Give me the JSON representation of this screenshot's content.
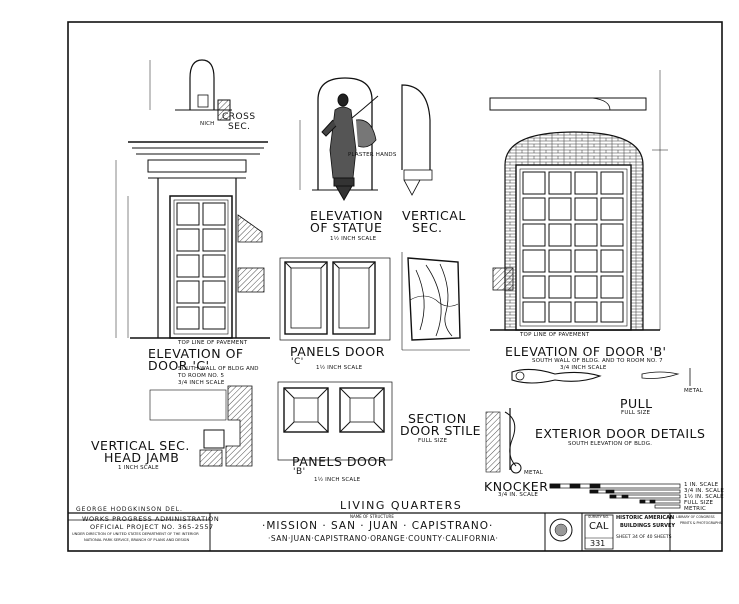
{
  "drawings": {
    "door_c": {
      "title_line1": "ELEVATION OF",
      "title_line2": "DOOR 'C'",
      "note_line1": "SOUTH WALL OF BLDG AND",
      "note_line2": "TO ROOM NO. 5",
      "scale": "3/4 INCH SCALE",
      "pavement": "TOP LINE OF PAVEMENT",
      "cross_sec_line1": "CROSS",
      "cross_sec_line2": "SEC.",
      "nich": "NICH"
    },
    "statue": {
      "title_line1": "ELEVATION",
      "title_line2": "OF STATUE",
      "scale": "1½ INCH SCALE",
      "plaster_mark": "PLASTER HANDS"
    },
    "vertical_sec": {
      "title_line1": "VERTICAL",
      "title_line2": "SEC."
    },
    "panels_c": {
      "title_line1": "PANELS DOOR",
      "title_line2": "'C'",
      "scale": "1½ INCH SCALE"
    },
    "panels_b": {
      "title_line1": "PANELS DOOR",
      "title_line2": "'B'",
      "scale": "1½ INCH SCALE"
    },
    "head_jamb": {
      "title_line1": "VERTICAL SEC.",
      "title_line2": "HEAD JAMB",
      "scale": "1 INCH SCALE"
    },
    "door_stile": {
      "title_line1": "SECTION",
      "title_line2": "DOOR STILE",
      "scale": "FULL SIZE"
    },
    "door_b": {
      "title": "ELEVATION OF DOOR 'B'",
      "note_line1": "SOUTH WALL OF BLDG. AND TO ROOM NO. 7",
      "scale": "3/4 INCH SCALE",
      "pavement": "TOP LINE OF PAVEMENT"
    },
    "pull": {
      "title": "PULL",
      "scale": "FULL SIZE",
      "metal": "METAL"
    },
    "exterior": {
      "title": "EXTERIOR DOOR DETAILS",
      "subtitle": "SOUTH ELEVATION OF BLDG."
    },
    "knocker": {
      "title": "KNOCKER",
      "scale": "3/4 IN. SCALE",
      "metal": "METAL"
    }
  },
  "title_block": {
    "delineator": "GEORGE HODGKINSON DEL.",
    "wpa_line1": "WORKS PROGRESS ADMINISTRATION",
    "wpa_line2": "OFFICIAL PROJECT NO. 365-2557",
    "direction_line1": "UNDER DIRECTION OF UNITED STATES DEPARTMENT OF THE INTERIOR",
    "direction_line2": "NATIONAL PARK SERVICE, BRANCH OF PLANS AND DESIGN",
    "sheet_title": "LIVING QUARTERS",
    "name_label": "NAME OF STRUCTURE",
    "structure_name": "·MISSION · SAN · JUAN · CAPISTRANO·",
    "location": "·SAN·JUAN·CAPISTRANO·ORANGE·COUNTY·CALIFORNIA·",
    "survey_label": "SURVEY NO.",
    "survey_state": "CAL",
    "survey_number": "331",
    "habs_line1": "HISTORIC AMERICAN",
    "habs_line2": "BUILDINGS SURVEY",
    "sheet_text": "SHEET 34 OF 40 SHEETS",
    "library_line1": "LIBRARY OF CONGRESS",
    "library_line2": "PRINTS & PHOTOGRAPHS"
  },
  "scale_bars": [
    "1 IN. SCALE",
    "3/4 IN. SCALE",
    "1½ IN. SCALE",
    "FULL SIZE",
    "METRIC"
  ]
}
